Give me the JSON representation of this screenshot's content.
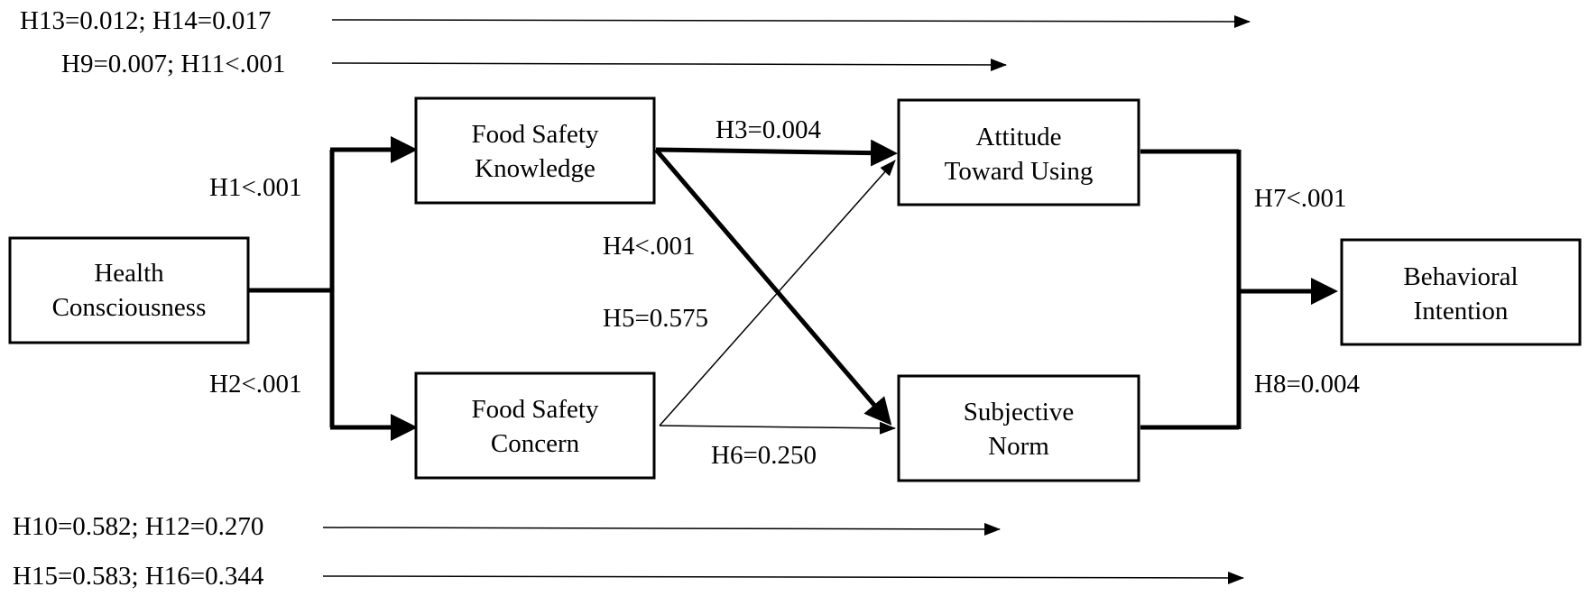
{
  "nodes": {
    "health_consciousness": {
      "line1": "Health",
      "line2": "Consciousness"
    },
    "food_safety_knowledge": {
      "line1": "Food Safety",
      "line2": "Knowledge"
    },
    "food_safety_concern": {
      "line1": "Food Safety",
      "line2": "Concern"
    },
    "attitude_toward_using": {
      "line1": "Attitude",
      "line2": "Toward Using"
    },
    "subjective_norm": {
      "line1": "Subjective",
      "line2": "Norm"
    },
    "behavioral_intention": {
      "line1": "Behavioral",
      "line2": "Intention"
    }
  },
  "hypotheses": {
    "h1": "H1<.001",
    "h2": "H2<.001",
    "h3": "H3=0.004",
    "h4": "H4<.001",
    "h5": "H5=0.575",
    "h6": "H6=0.250",
    "h7": "H7<.001",
    "h8": "H8=0.004",
    "h13_h14": "H13=0.012; H14=0.017",
    "h9_h11": "H9=0.007; H11<.001",
    "h10_h12": "H10=0.582; H12=0.270",
    "h15_h16": "H15=0.583; H16=0.344"
  }
}
